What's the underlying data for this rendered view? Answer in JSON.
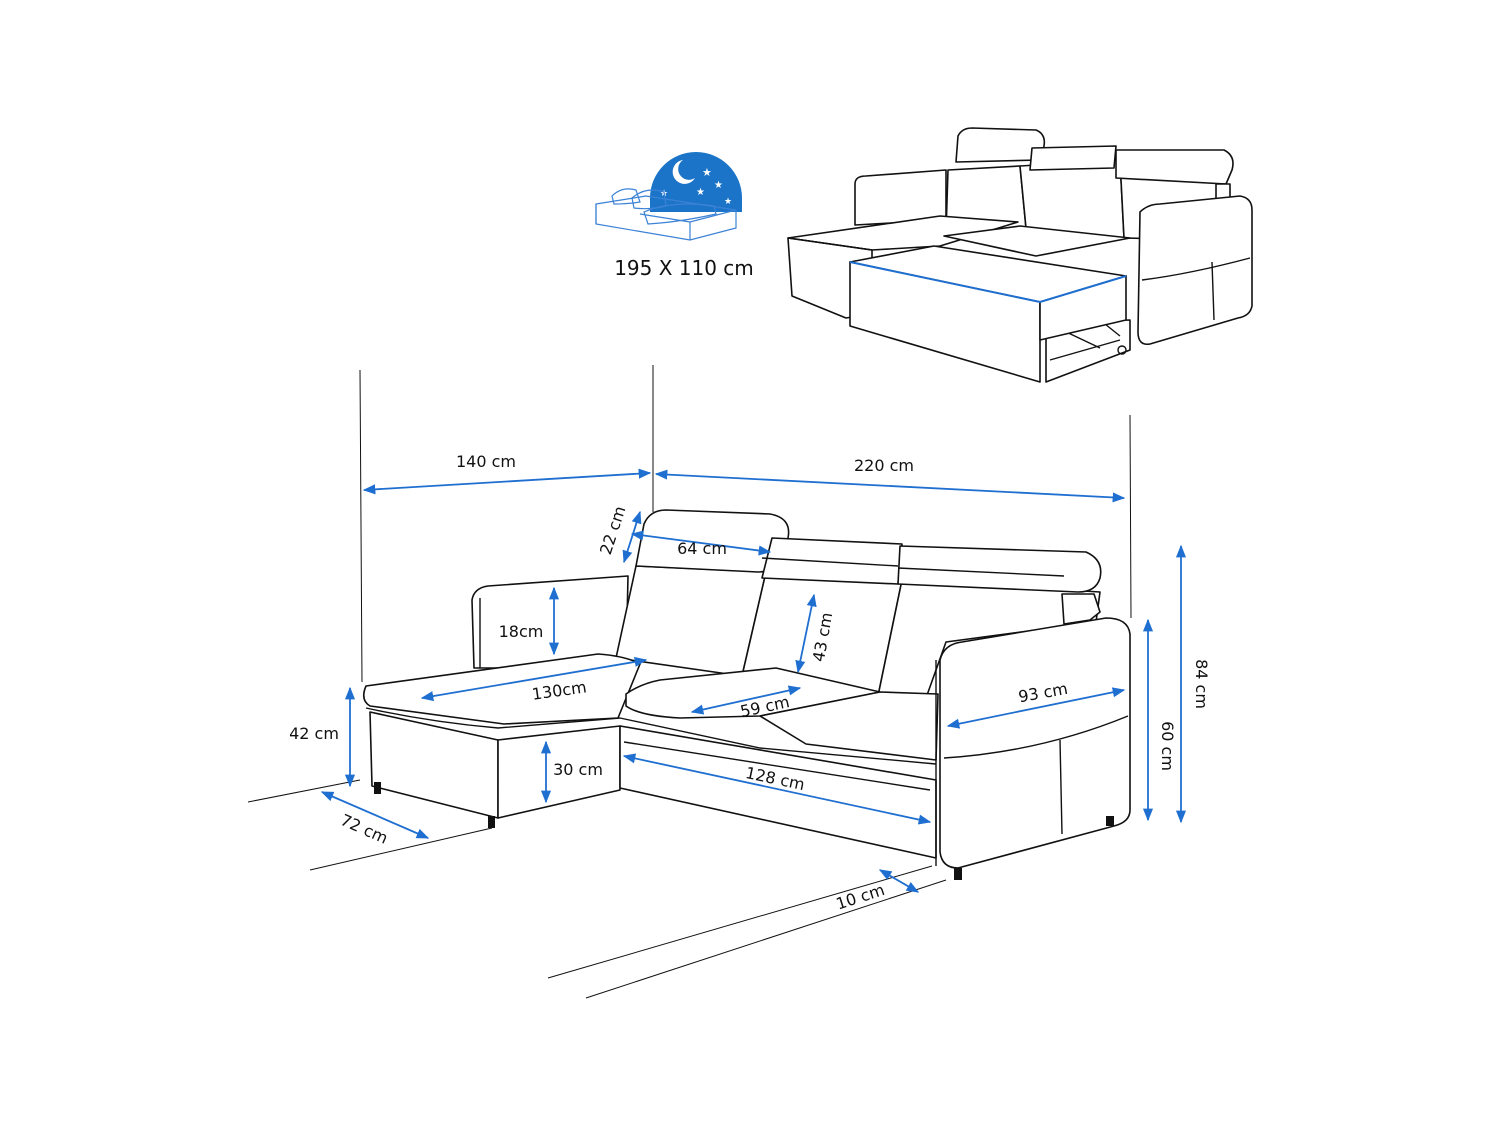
{
  "colors": {
    "accent": "#1f6fd1",
    "outline": "#111111",
    "background": "#ffffff",
    "badge": "#1c74c8"
  },
  "icons": {
    "sleep": "bed-night-icon"
  },
  "sleeping_area": "195 X 110 cm",
  "dimensions": {
    "width_chaise": "140 cm",
    "width_sofa": "220 cm",
    "headrest_height": "22 cm",
    "headrest_width": "64  cm",
    "armrest_height": "18cm",
    "backrest_height": "43 cm",
    "chaise_length": "130cm",
    "seat_depth": "59 cm",
    "arm_depth": "93 cm",
    "seat_height": "42 cm",
    "base_height": "30 cm",
    "base_length": "128 cm",
    "arm_height": "60 cm",
    "total_height": "84 cm",
    "chaise_depth": "72 cm",
    "leg_height": "10 cm"
  }
}
